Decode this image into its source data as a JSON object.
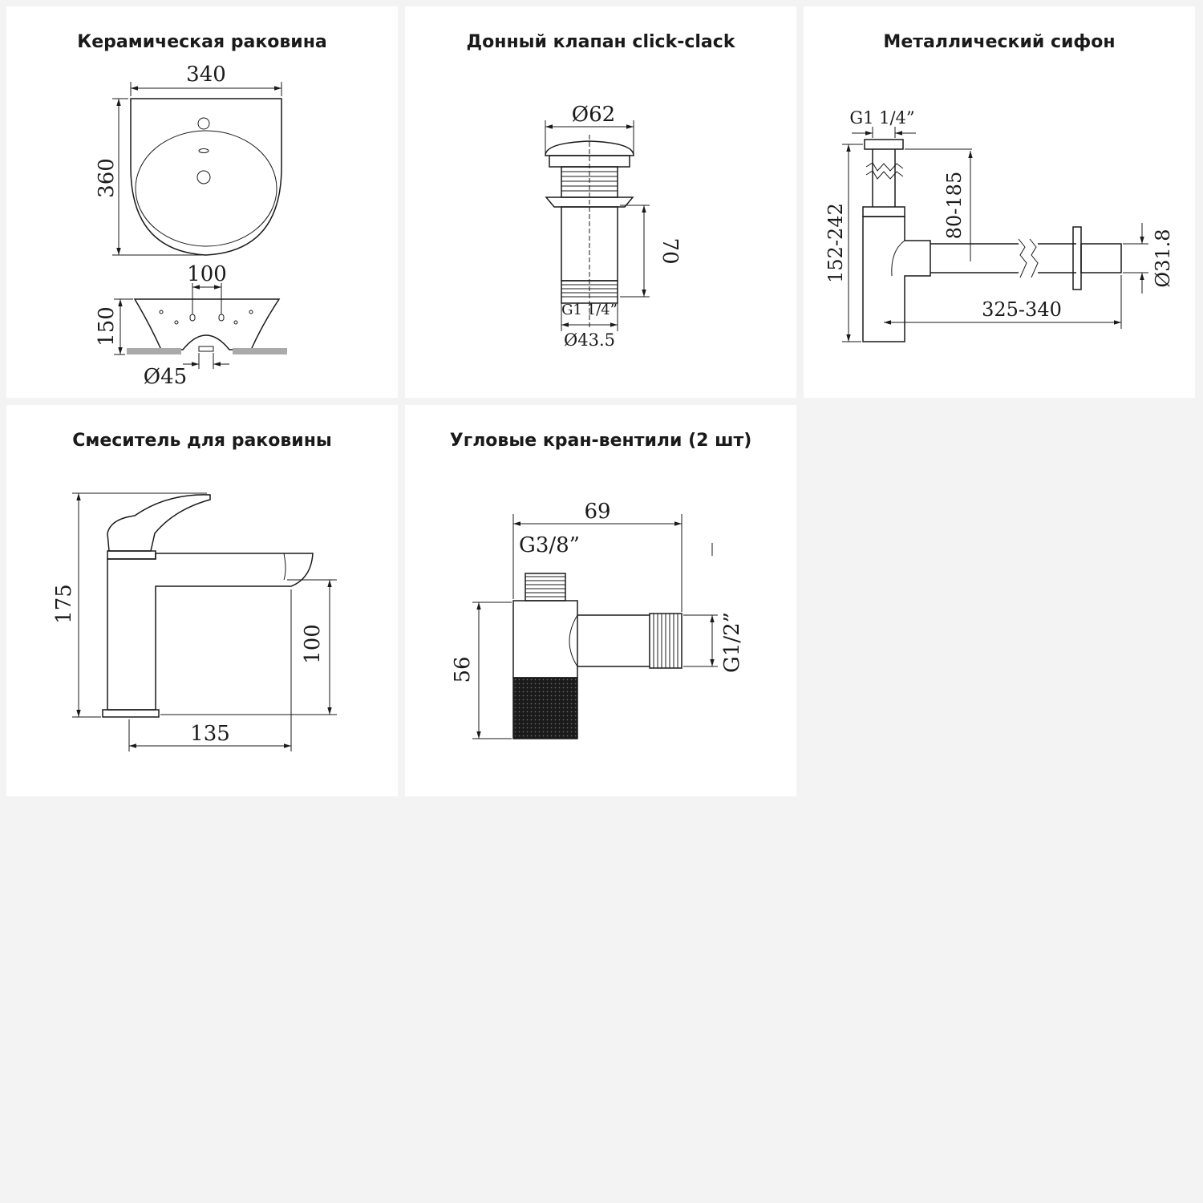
{
  "cards": [
    {
      "title": "Керамическая раковина",
      "dims": {
        "width": "340",
        "height": "360",
        "holes": "100",
        "depth": "150",
        "drain": "Ø45"
      }
    },
    {
      "title": "Донный клапан click-clack",
      "dims": {
        "top_diameter": "Ø62",
        "height": "70",
        "thread": "G1 1/4”",
        "bottom_diameter": "Ø43.5"
      }
    },
    {
      "title": "Металлический сифон",
      "dims": {
        "thread": "G1 1/4”",
        "range_v": "80-185",
        "range_total": "152-242",
        "diameter": "Ø31.8",
        "range_h": "325-340"
      }
    },
    {
      "title": "Смеситель для раковины",
      "dims": {
        "height": "175",
        "spout_height": "100",
        "reach": "135"
      }
    },
    {
      "title": "Угловые кран-вентили (2 шт)",
      "dims": {
        "width": "69",
        "thread_top": "G3/8”",
        "height": "56",
        "thread_side": "G1/2”"
      }
    }
  ],
  "colors": {
    "background": "#f3f3f3",
    "card": "#ffffff",
    "ink": "#1a1a1a",
    "tray": "#aaaaaa",
    "knurl": "#1a1a1a"
  }
}
